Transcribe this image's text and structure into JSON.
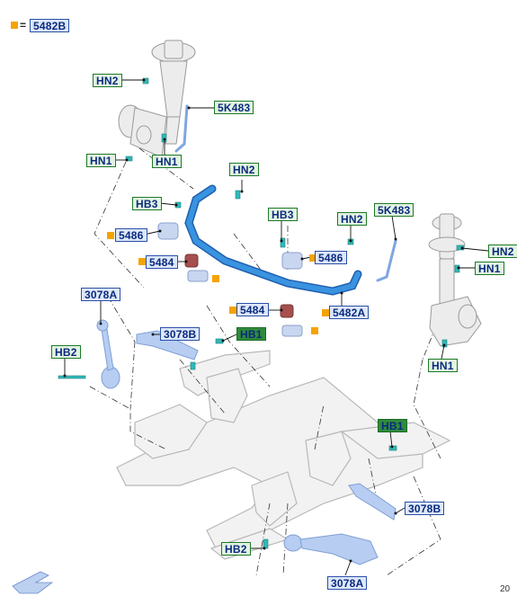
{
  "legend": {
    "symbol_color": "#f5a300",
    "equals": "=",
    "code": "5482B"
  },
  "labels": {
    "hn2_top": "HN2",
    "k483_left": "5K483",
    "hn1_left_a": "HN1",
    "hn1_left_b": "HN1",
    "hn2_mid": "HN2",
    "hb3_left": "HB3",
    "p5486_left": "5486",
    "p5484_left": "5484",
    "hb3_mid": "HB3",
    "hn2_right_a": "HN2",
    "k483_right": "5K483",
    "hn2_right_b": "HN2",
    "hn1_right_a": "HN1",
    "p5486_right": "5486",
    "p5484_mid": "5484",
    "p5482a": "5482A",
    "a3078_left": "3078A",
    "b3078_left": "3078B",
    "hb1_left": "HB1",
    "hb2_left": "HB2",
    "hn1_right_b": "HN1",
    "hb1_right": "HB1",
    "b3078_right": "3078B",
    "hb2_bottom": "HB2",
    "a3078_bottom": "3078A"
  },
  "colors": {
    "stabilizer": "#2f86d6",
    "link": "#8fb4e8",
    "bushing": "#b05a5a",
    "fastener": "#2fb3b3"
  },
  "page_number": "20"
}
